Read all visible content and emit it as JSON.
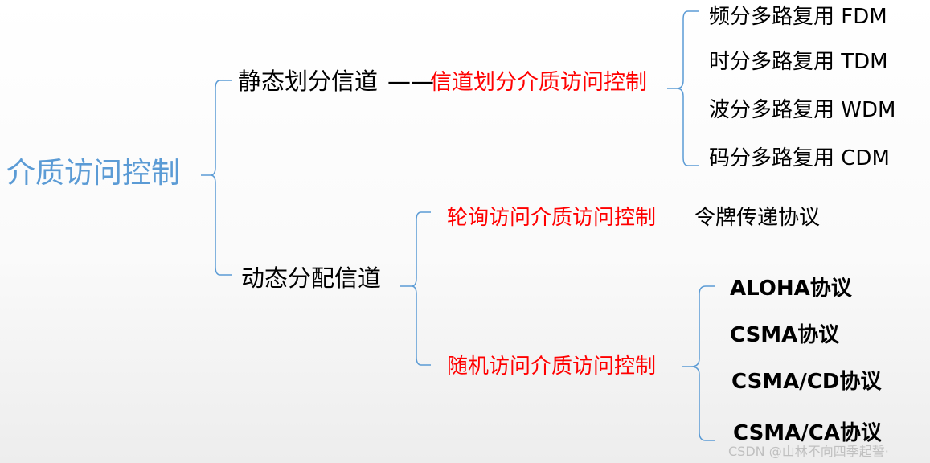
{
  "root": {
    "label": "介质访问控制"
  },
  "static": {
    "label": "静态划分信道",
    "separator": "——",
    "method": "信道划分介质访问控制",
    "items": [
      "频分多路复用 FDM",
      "时分多路复用 TDM",
      "波分多路复用 WDM",
      "码分多路复用 CDM"
    ]
  },
  "dynamic": {
    "label": "动态分配信道",
    "polling": {
      "label": "轮询访问介质访问控制",
      "protocol": "令牌传递协议"
    },
    "random": {
      "label": "随机访问介质访问控制",
      "items": [
        "ALOHA协议",
        "CSMA协议",
        "CSMA/CD协议",
        "CSMA/CA协议"
      ]
    }
  },
  "watermark": "CSDN @山林不向四季起誓·",
  "colors": {
    "root": "#5b9bd5",
    "bracket": "#5b9bd5",
    "method": "#ff0000",
    "text": "#000000"
  }
}
